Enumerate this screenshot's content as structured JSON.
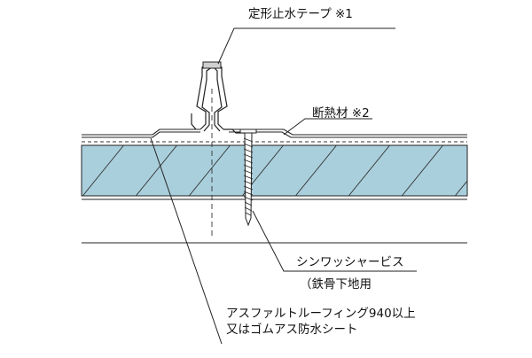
{
  "labels": {
    "tape": "定形止水テープ ※1",
    "insulation": "断熱材 ※2",
    "screw": "シンワッシャービス",
    "screw_note": "（鉄骨下地用",
    "roofing_line1": "アスファルトルーフィング940以上",
    "roofing_line2": "又はゴムアス防水シート"
  },
  "colors": {
    "insulation_fill": "#a9cfdc",
    "line": "#222222"
  }
}
